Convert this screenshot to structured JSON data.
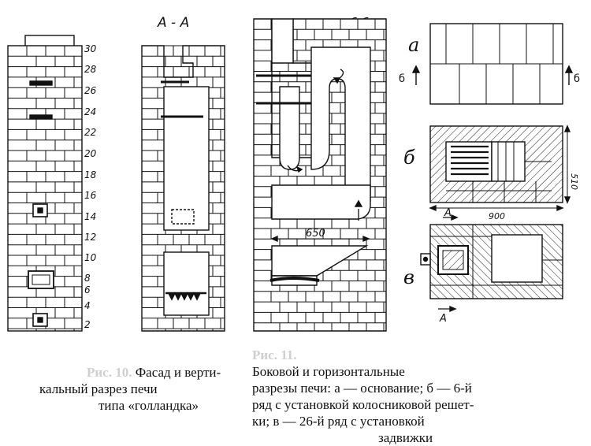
{
  "figure10": {
    "section_label": "А - А",
    "row_numbers": [
      "30",
      "28",
      "26",
      "24",
      "22",
      "20",
      "18",
      "16",
      "14",
      "12",
      "10",
      "8",
      "6",
      "4",
      "2"
    ],
    "caption_ghost": "Рис. 10.",
    "caption_line1": "Фасад и верти-",
    "caption_line2": "кальный разрез печи",
    "caption_line3": "типа «голландка»"
  },
  "figure11": {
    "section_label": "б-б",
    "dimension_label": "650",
    "caption_ghost": "Рис. 11.",
    "caption_line1": "Боковой и горизонтальные",
    "caption_line2": "разрезы печи: а — основание; б — 6-й",
    "caption_line3": "ряд с установкой колосниковой решет-",
    "caption_line4": "ки; в — 26-й ряд с установкой",
    "caption_line5": "задвижки"
  },
  "plans": {
    "label_a": "а",
    "label_b": "б",
    "label_v": "в",
    "cut_marker_b": "б",
    "cut_marker_a": "А",
    "dim_510": "510",
    "dim_900": "900"
  }
}
